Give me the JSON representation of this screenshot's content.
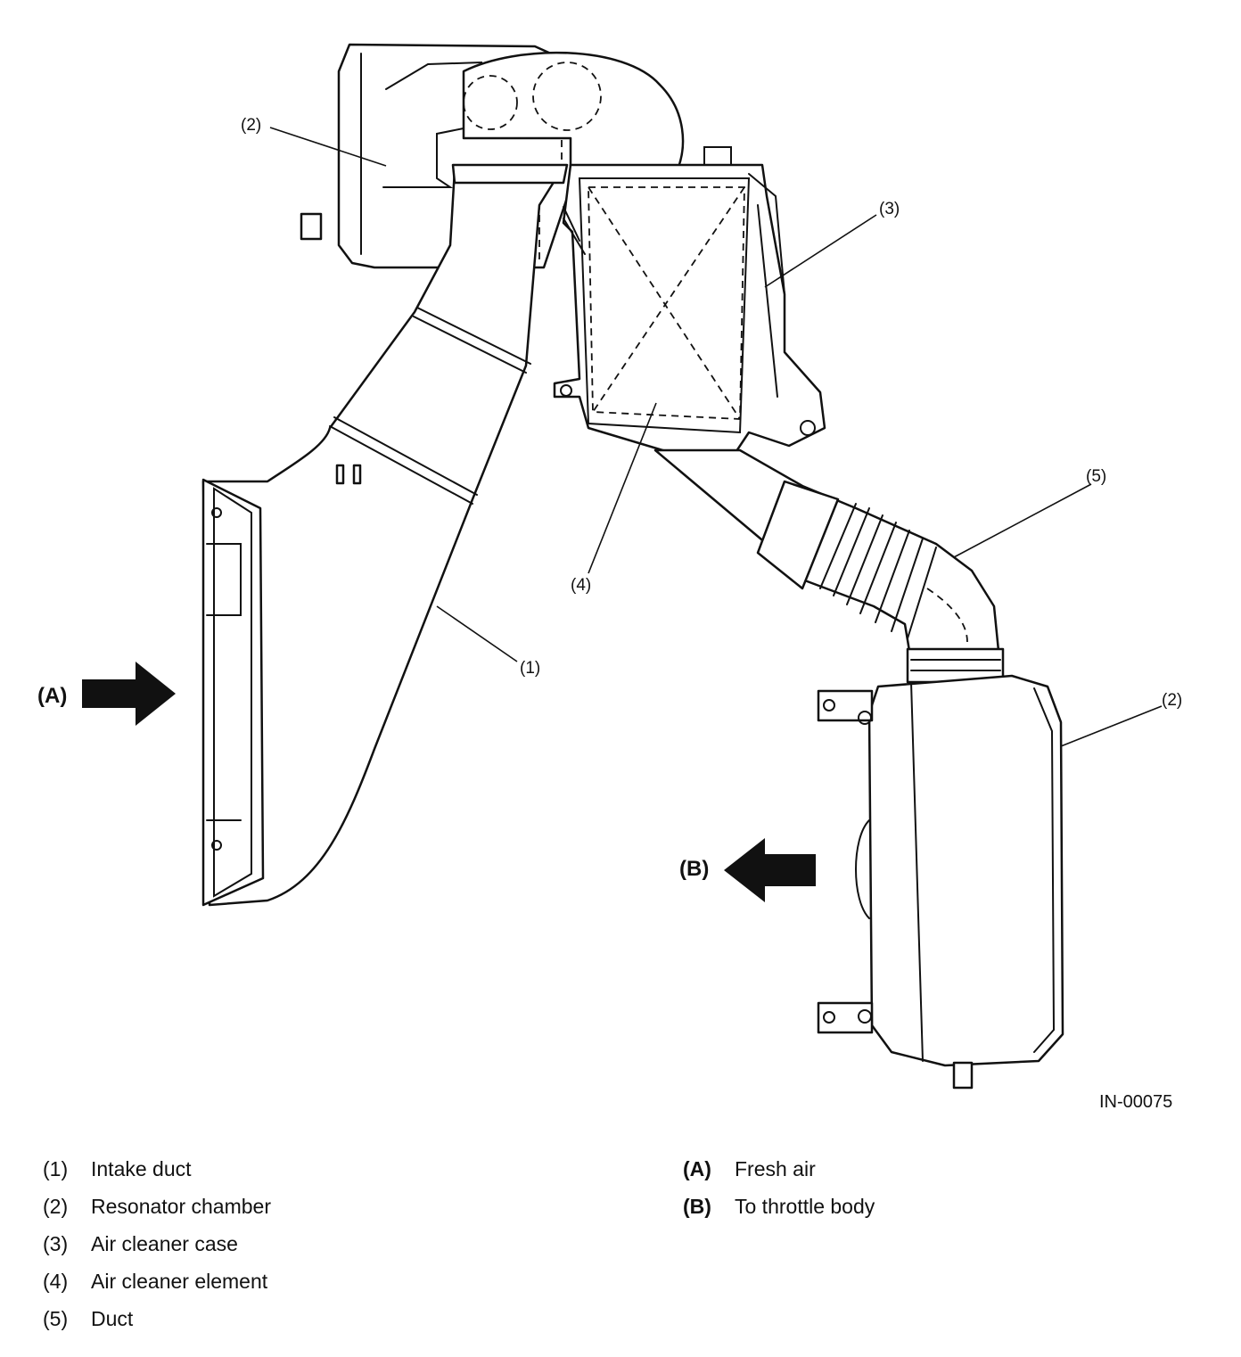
{
  "diagram": {
    "figure_code": "IN-00075",
    "callouts": {
      "c1": "(1)",
      "c2_top": "(2)",
      "c2_bottom": "(2)",
      "c3": "(3)",
      "c4": "(4)",
      "c5": "(5)"
    },
    "flows": {
      "a": "(A)",
      "b": "(B)"
    }
  },
  "legend": {
    "parts": [
      {
        "key": "(1)",
        "label": "Intake duct"
      },
      {
        "key": "(2)",
        "label": "Resonator chamber"
      },
      {
        "key": "(3)",
        "label": "Air cleaner case"
      },
      {
        "key": "(4)",
        "label": "Air cleaner element"
      },
      {
        "key": "(5)",
        "label": "Duct"
      }
    ],
    "flows": [
      {
        "key": "(A)",
        "label": "Fresh air"
      },
      {
        "key": "(B)",
        "label": "To throttle body"
      }
    ]
  }
}
